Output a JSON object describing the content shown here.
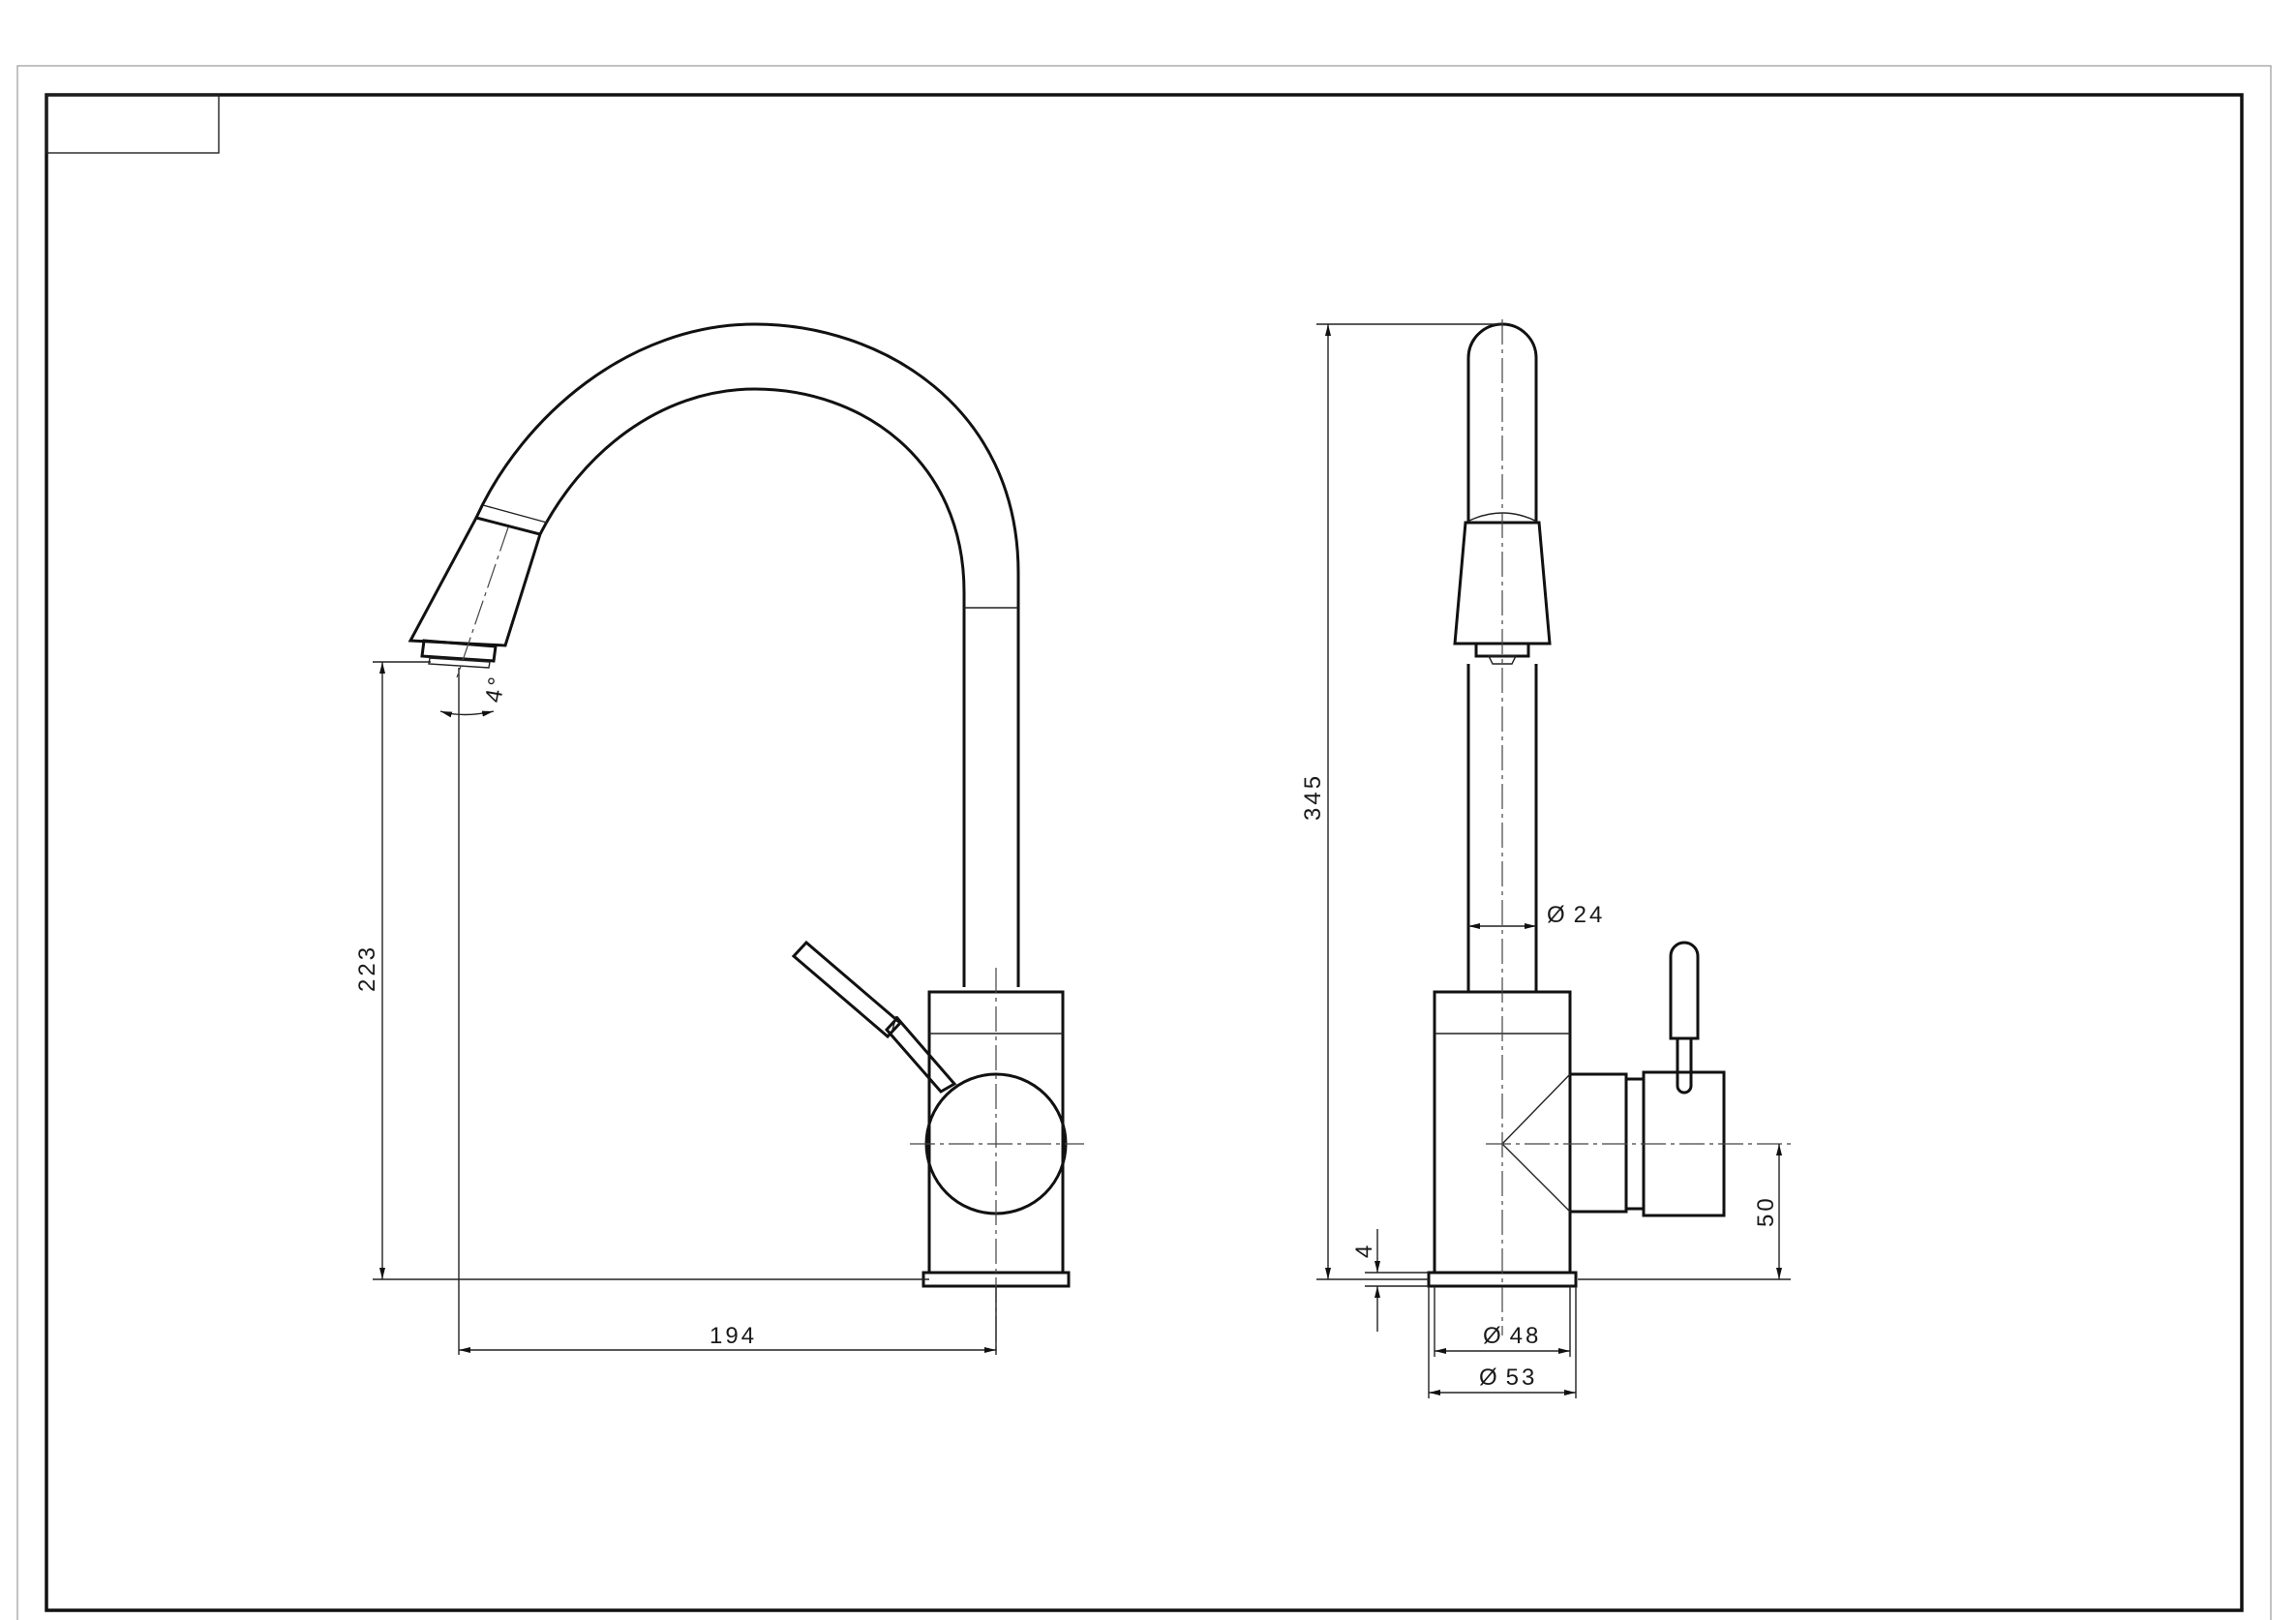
{
  "dimensions": {
    "spout_angle": "4°",
    "spout_height": "223",
    "spout_reach": "194",
    "total_height": "345",
    "spout_diameter": "24",
    "handle_height": "50",
    "base_plate": "4",
    "body_diameter": "48",
    "base_diameter": "53"
  },
  "symbols": {
    "diameter": "Ø"
  }
}
